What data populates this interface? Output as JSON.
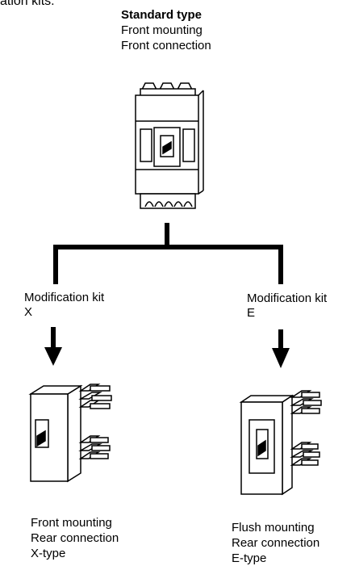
{
  "header": {
    "fragment": "ation kits."
  },
  "standard": {
    "title": "Standard type",
    "line1": "Front mounting",
    "line2": "Front connection"
  },
  "left_branch": {
    "kit_label": "Modification kit",
    "kit_letter": "X",
    "line1": "Front mounting",
    "line2": "Rear connection",
    "line3": "X-type"
  },
  "right_branch": {
    "kit_label": "Modification kit",
    "kit_letter": "E",
    "line1": "Flush mounting",
    "line2": "Rear connection",
    "line3": "E-type"
  },
  "colors": {
    "ink": "#000000",
    "paper": "#ffffff"
  }
}
